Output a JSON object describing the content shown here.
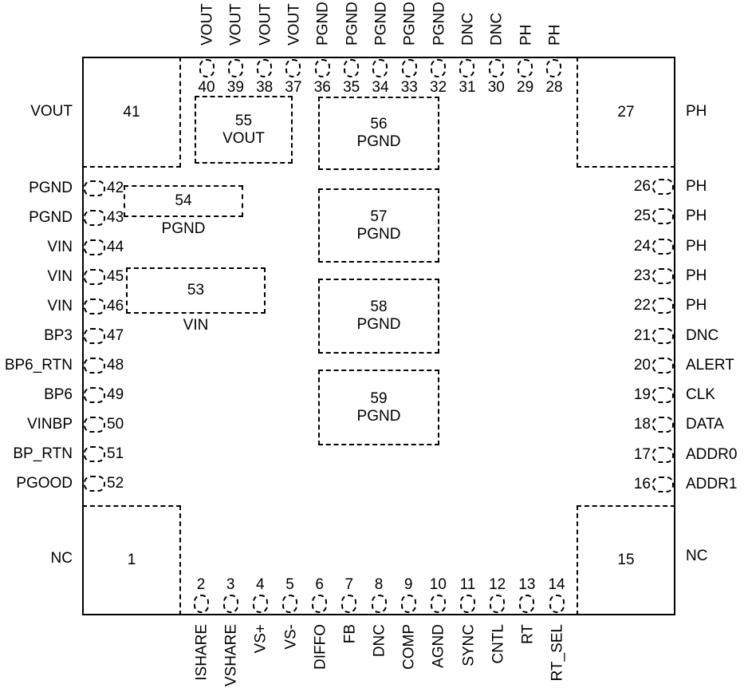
{
  "diagram": {
    "type": "ic-package-pinout",
    "colors": {
      "line": "#000000",
      "background": "#ffffff"
    }
  },
  "package": {
    "top_pins": [
      {
        "num": "40",
        "label": "VOUT"
      },
      {
        "num": "39",
        "label": "VOUT"
      },
      {
        "num": "38",
        "label": "VOUT"
      },
      {
        "num": "37",
        "label": "VOUT"
      },
      {
        "num": "36",
        "label": "PGND"
      },
      {
        "num": "35",
        "label": "PGND"
      },
      {
        "num": "34",
        "label": "PGND"
      },
      {
        "num": "33",
        "label": "PGND"
      },
      {
        "num": "32",
        "label": "PGND"
      },
      {
        "num": "31",
        "label": "DNC"
      },
      {
        "num": "30",
        "label": "DNC"
      },
      {
        "num": "29",
        "label": "PH"
      },
      {
        "num": "28",
        "label": "PH"
      }
    ],
    "bottom_pins": [
      {
        "num": "2",
        "label": "ISHARE"
      },
      {
        "num": "3",
        "label": "VSHARE"
      },
      {
        "num": "4",
        "label": "VS+"
      },
      {
        "num": "5",
        "label": "VS-"
      },
      {
        "num": "6",
        "label": "DIFFO"
      },
      {
        "num": "7",
        "label": "FB"
      },
      {
        "num": "8",
        "label": "DNC"
      },
      {
        "num": "9",
        "label": "COMP"
      },
      {
        "num": "10",
        "label": "AGND"
      },
      {
        "num": "11",
        "label": "SYNC"
      },
      {
        "num": "12",
        "label": "CNTL"
      },
      {
        "num": "13",
        "label": "RT"
      },
      {
        "num": "14",
        "label": "RT_SEL"
      }
    ],
    "left_pins": [
      {
        "num": "42",
        "label": "PGND"
      },
      {
        "num": "43",
        "label": "PGND"
      },
      {
        "num": "44",
        "label": "VIN"
      },
      {
        "num": "45",
        "label": "VIN"
      },
      {
        "num": "46",
        "label": "VIN"
      },
      {
        "num": "47",
        "label": "BP3"
      },
      {
        "num": "48",
        "label": "BP6_RTN"
      },
      {
        "num": "49",
        "label": "BP6"
      },
      {
        "num": "50",
        "label": "VINBP"
      },
      {
        "num": "51",
        "label": "BP_RTN"
      },
      {
        "num": "52",
        "label": "PGOOD"
      }
    ],
    "right_pins": [
      {
        "num": "26",
        "label": "PH"
      },
      {
        "num": "25",
        "label": "PH"
      },
      {
        "num": "24",
        "label": "PH"
      },
      {
        "num": "23",
        "label": "PH"
      },
      {
        "num": "22",
        "label": "PH"
      },
      {
        "num": "21",
        "label": "DNC"
      },
      {
        "num": "20",
        "label": "ALERT"
      },
      {
        "num": "19",
        "label": "CLK"
      },
      {
        "num": "18",
        "label": "DATA"
      },
      {
        "num": "17",
        "label": "ADDR0"
      },
      {
        "num": "16",
        "label": "ADDR1"
      }
    ],
    "corner_pads": [
      {
        "num": "41",
        "label": "VOUT",
        "corner": "top-left"
      },
      {
        "num": "27",
        "label": "PH",
        "corner": "top-right"
      },
      {
        "num": "1",
        "label": "NC",
        "corner": "bottom-left"
      },
      {
        "num": "15",
        "label": "NC",
        "corner": "bottom-right"
      }
    ],
    "center_pads": [
      {
        "num": "55",
        "label": "VOUT",
        "label_position": "inside"
      },
      {
        "num": "56",
        "label": "PGND",
        "label_position": "inside"
      },
      {
        "num": "54",
        "label": "PGND",
        "label_position": "below"
      },
      {
        "num": "57",
        "label": "PGND",
        "label_position": "inside"
      },
      {
        "num": "53",
        "label": "VIN",
        "label_position": "below"
      },
      {
        "num": "58",
        "label": "PGND",
        "label_position": "inside"
      },
      {
        "num": "59",
        "label": "PGND",
        "label_position": "inside"
      }
    ]
  }
}
